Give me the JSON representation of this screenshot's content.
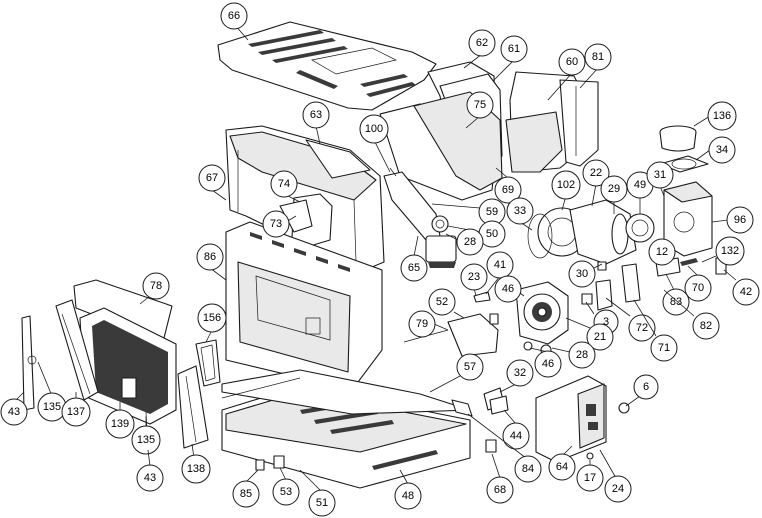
{
  "callouts": [
    {
      "id": "66",
      "label": "66"
    },
    {
      "id": "62",
      "label": "62"
    },
    {
      "id": "61",
      "label": "61"
    },
    {
      "id": "60",
      "label": "60"
    },
    {
      "id": "81",
      "label": "81"
    },
    {
      "id": "75",
      "label": "75"
    },
    {
      "id": "63",
      "label": "63"
    },
    {
      "id": "100",
      "label": "100"
    },
    {
      "id": "136",
      "label": "136"
    },
    {
      "id": "67",
      "label": "67"
    },
    {
      "id": "74",
      "label": "74"
    },
    {
      "id": "69",
      "label": "69"
    },
    {
      "id": "34",
      "label": "34"
    },
    {
      "id": "22",
      "label": "22"
    },
    {
      "id": "102",
      "label": "102"
    },
    {
      "id": "29",
      "label": "29"
    },
    {
      "id": "49",
      "label": "49"
    },
    {
      "id": "31",
      "label": "31"
    },
    {
      "id": "33",
      "label": "33"
    },
    {
      "id": "59",
      "label": "59"
    },
    {
      "id": "73",
      "label": "73"
    },
    {
      "id": "50",
      "label": "50"
    },
    {
      "id": "96",
      "label": "96"
    },
    {
      "id": "28a",
      "label": "28"
    },
    {
      "id": "86",
      "label": "86"
    },
    {
      "id": "12",
      "label": "12"
    },
    {
      "id": "132",
      "label": "132"
    },
    {
      "id": "65",
      "label": "65"
    },
    {
      "id": "30",
      "label": "30"
    },
    {
      "id": "23",
      "label": "23"
    },
    {
      "id": "41",
      "label": "41"
    },
    {
      "id": "70",
      "label": "70"
    },
    {
      "id": "42",
      "label": "42"
    },
    {
      "id": "78",
      "label": "78"
    },
    {
      "id": "46a",
      "label": "46"
    },
    {
      "id": "83",
      "label": "83"
    },
    {
      "id": "52",
      "label": "52"
    },
    {
      "id": "3",
      "label": "3"
    },
    {
      "id": "72",
      "label": "72"
    },
    {
      "id": "82",
      "label": "82"
    },
    {
      "id": "156",
      "label": "156"
    },
    {
      "id": "79",
      "label": "79"
    },
    {
      "id": "21",
      "label": "21"
    },
    {
      "id": "71",
      "label": "71"
    },
    {
      "id": "28b",
      "label": "28"
    },
    {
      "id": "46b",
      "label": "46"
    },
    {
      "id": "57",
      "label": "57"
    },
    {
      "id": "32",
      "label": "32"
    },
    {
      "id": "6",
      "label": "6"
    },
    {
      "id": "43a",
      "label": "43"
    },
    {
      "id": "135a",
      "label": "135"
    },
    {
      "id": "137",
      "label": "137"
    },
    {
      "id": "139",
      "label": "139"
    },
    {
      "id": "135b",
      "label": "135"
    },
    {
      "id": "44",
      "label": "44"
    },
    {
      "id": "84",
      "label": "84"
    },
    {
      "id": "138",
      "label": "138"
    },
    {
      "id": "43b",
      "label": "43"
    },
    {
      "id": "64",
      "label": "64"
    },
    {
      "id": "17",
      "label": "17"
    },
    {
      "id": "24",
      "label": "24"
    },
    {
      "id": "68",
      "label": "68"
    },
    {
      "id": "85",
      "label": "85"
    },
    {
      "id": "53",
      "label": "53"
    },
    {
      "id": "51",
      "label": "51"
    },
    {
      "id": "48",
      "label": "48"
    }
  ]
}
